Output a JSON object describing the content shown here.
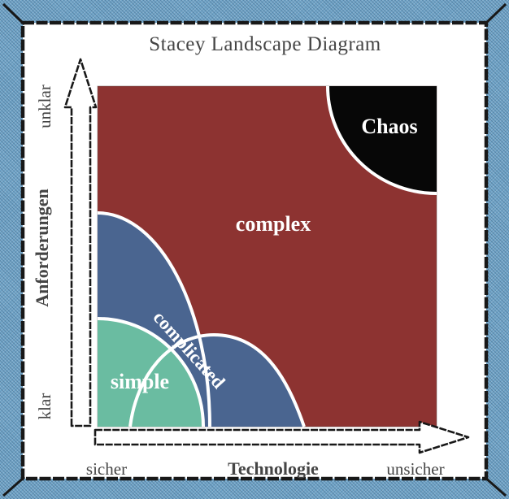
{
  "title": "Stacey Landscape Diagram",
  "regions": {
    "complex": {
      "label": "complex"
    },
    "chaos": {
      "label": "Chaos"
    },
    "complicated": {
      "label": "complicated"
    },
    "simple": {
      "label": "simple"
    }
  },
  "axes": {
    "y": {
      "label": "Anforderungen",
      "min": "klar",
      "max": "unklar"
    },
    "x": {
      "label": "Technologie",
      "min": "sicher",
      "max": "unsicher"
    }
  },
  "colors": {
    "complex": "#8D3331",
    "complicated": "#4A6590",
    "simple": "#6ABCA1",
    "chaos": "#070707",
    "region_border": "#FFFFFF",
    "frame": "#6FA3C7",
    "ink": "#454545"
  }
}
